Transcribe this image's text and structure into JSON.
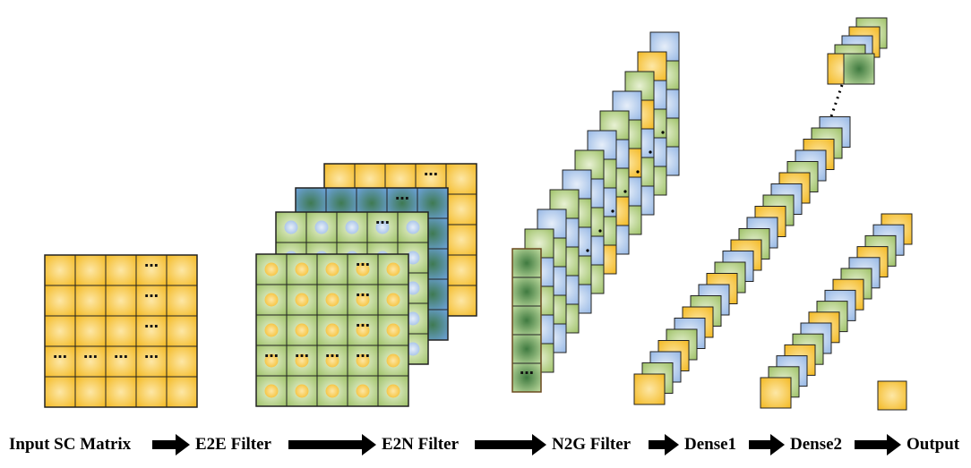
{
  "stages": [
    {
      "label": "Input SC Matrix"
    },
    {
      "label": "E2E Filter"
    },
    {
      "label": "E2N Filter"
    },
    {
      "label": "N2G Filter"
    },
    {
      "label": "Dense1"
    },
    {
      "label": "Dense2"
    },
    {
      "label": "Output"
    }
  ],
  "colors": {
    "yellow_center": "#fde7a6",
    "yellow_edge": "#f4bc2a",
    "green_center": "#e8f1d4",
    "green_edge": "#a2c46d",
    "blue_center": "#3f7a52",
    "blue_edge": "#6aa0d6",
    "lightblue_center": "#e6eef9",
    "lightblue_edge": "#9bbbe6",
    "darkgreen_center": "#3f7a40",
    "darkgreen_edge": "#b9d79a",
    "grid_line": "#222222"
  },
  "ellipsis": "…"
}
